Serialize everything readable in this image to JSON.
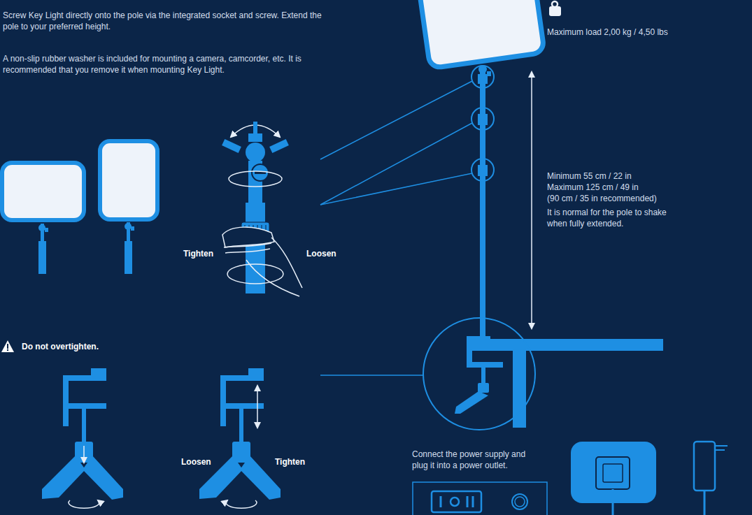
{
  "diagram": {
    "labels": [
      "Screw Key Light directly onto the pole via the integrated socket and screw. Extend the pole to your preferred height.",
      "A non-slip rubber washer is included for mounting a camera, camcorder, etc. It is recommended that you remove it when mounting Key Light.",
      "Maximum load 2,00 kg / 4,50 lbs",
      "Minimum 55 cm / 22 in",
      "Maximum 125 cm / 49 in",
      "(90 cm / 35 in recommended)",
      "It is normal for the pole to shake when fully extended.",
      "Tighten",
      "Loosen",
      "Do not overtighten.",
      "Loosen",
      "Tighten",
      "Connect the power supply and plug it into a power outlet."
    ]
  }
}
